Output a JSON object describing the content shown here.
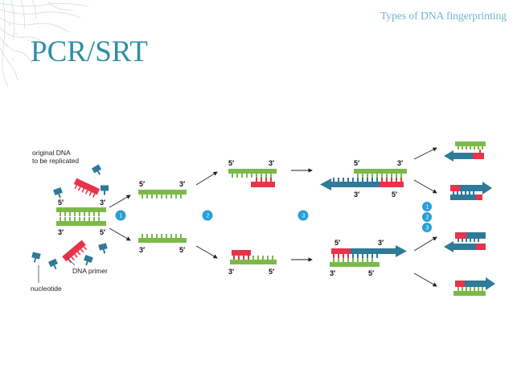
{
  "header": {
    "subtitle": "Types of DNA fingerprinting",
    "title": "PCR/SRT"
  },
  "diagram": {
    "labels": {
      "original_dna": [
        "original DNA",
        "to be replicated"
      ],
      "dna_primer": "DNA primer",
      "nucleotide": "nucleotide"
    },
    "end_labels": {
      "five_prime": "5′",
      "three_prime": "3′"
    },
    "steps": [
      "1",
      "2",
      "3"
    ],
    "colors": {
      "original_strand": "#7cb94a",
      "primer": "#e8334a",
      "new_strand": "#2e7a98",
      "new_strand_light": "#4d95b5",
      "step_circle": "#2a9fd6",
      "title": "#2f8fa6",
      "subtitle": "#6fb6cc"
    }
  }
}
